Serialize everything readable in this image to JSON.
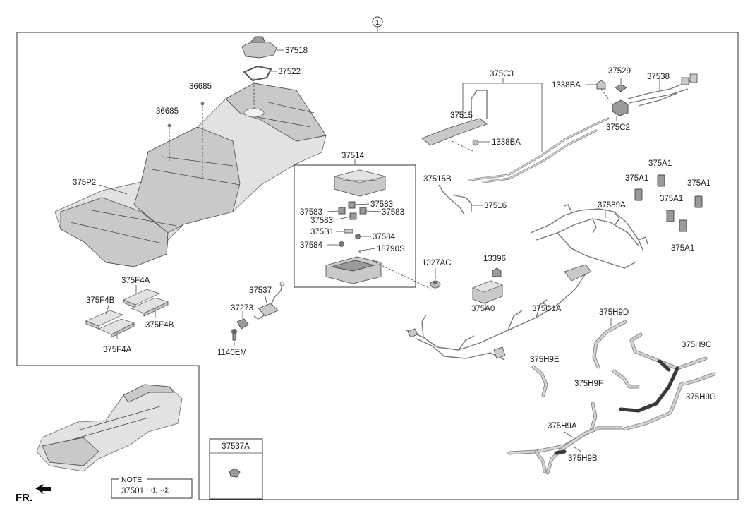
{
  "assembly_callout": "1",
  "fr_label": "FR.",
  "note": {
    "heading": "NOTE",
    "text": "37501 : ①~②"
  },
  "part_labels": {
    "p37518": "37518",
    "p37522": "37522",
    "p36685a": "36685",
    "p36685b": "36685",
    "p375P2": "375P2",
    "p37514": "37514",
    "p37583a": "37583",
    "p37583b": "37583",
    "p37583c": "37583",
    "p37583d": "37583",
    "p375B1": "375B1",
    "p37584a": "37584",
    "p37584b": "37584",
    "p18790S": "18790S",
    "p375F4A_top": "375F4A",
    "p375F4B_left": "375F4B",
    "p375F4B_right": "375F4B",
    "p375F4A_bottom": "375F4A",
    "p37537": "37537",
    "p37273": "37273",
    "p1140EM": "1140EM",
    "p37537A": "37537A",
    "p375C3": "375C3",
    "p37515": "37515",
    "p1338BA_a": "1338BA",
    "p1338BA_b": "1338BA",
    "p37529": "37529",
    "p37538": "37538",
    "p375C2": "375C2",
    "p375A1_a": "375A1",
    "p375A1_b": "375A1",
    "p375A1_c": "375A1",
    "p375A1_d": "375A1",
    "p375A1_e": "375A1",
    "p37515B": "37515B",
    "p37516": "37516",
    "p37589A": "37589A",
    "p1327AC": "1327AC",
    "p13396": "13396",
    "p375A0": "375A0",
    "p375C1A": "375C1A",
    "p375H9D": "375H9D",
    "p375H9C": "375H9C",
    "p375H9E": "375H9E",
    "p375H9F": "375H9F",
    "p375H9G": "375H9G",
    "p375H9A": "375H9A",
    "p375H9B": "375H9B"
  }
}
